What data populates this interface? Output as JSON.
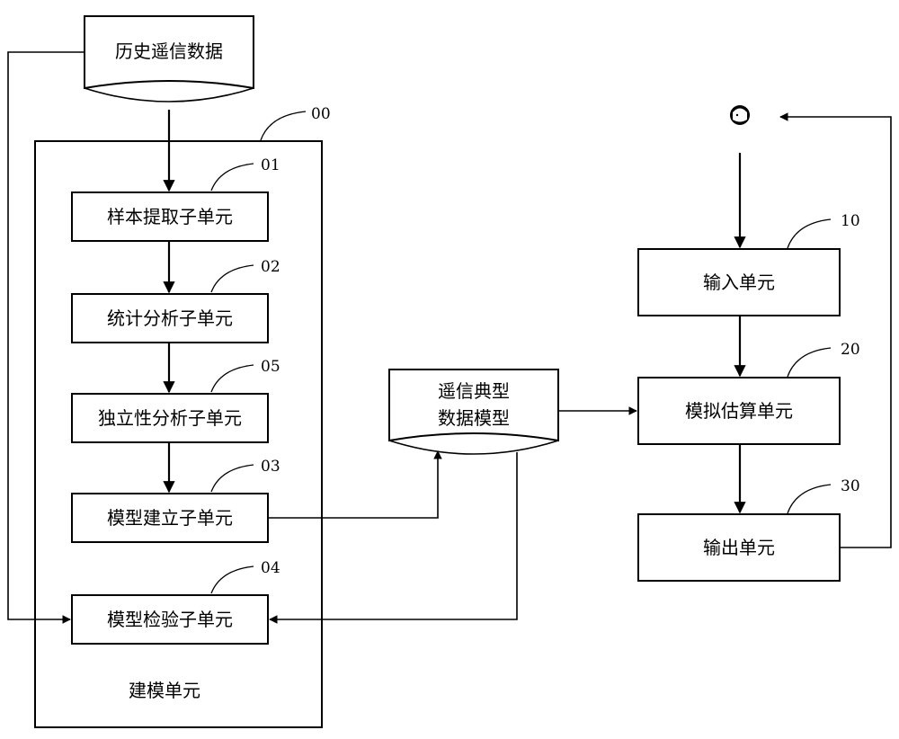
{
  "historical_data": {
    "label": "历史遥信数据"
  },
  "typical_model": {
    "line1": "遥信典型",
    "line2": "数据模型"
  },
  "modeling_unit": {
    "label": "建模单元",
    "ref": "00"
  },
  "sub_units": [
    {
      "label": "样本提取子单元",
      "ref": "01"
    },
    {
      "label": "统计分析子单元",
      "ref": "02"
    },
    {
      "label": "独立性分析子单元",
      "ref": "05"
    },
    {
      "label": "模型建立子单元",
      "ref": "03"
    },
    {
      "label": "模型检验子单元",
      "ref": "04"
    }
  ],
  "right_units": [
    {
      "label": "输入单元",
      "ref": "10"
    },
    {
      "label": "模拟估算单元",
      "ref": "20"
    },
    {
      "label": "输出单元",
      "ref": "30"
    }
  ],
  "icons": {
    "user": "user-icon"
  }
}
